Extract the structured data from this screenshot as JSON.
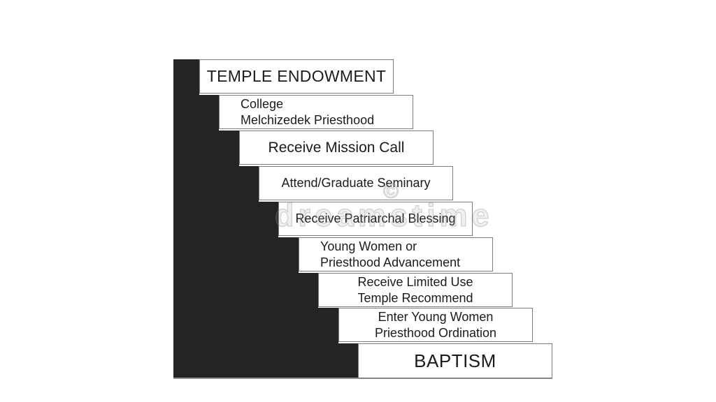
{
  "diagram": {
    "type": "staircase-steps",
    "steps_bottom_to_top": [
      "BAPTISM",
      "Enter Young Women / Priesthood Ordination",
      "Receive Limited Use / Temple Recommend",
      "Young Women or / Priesthood Advancement",
      "Receive Patriarchal Blessing",
      "Attend/Graduate Seminary",
      "Receive Mission Call",
      "College / Melchizedek Priesthood",
      "TEMPLE ENDOWMENT"
    ]
  },
  "steps": [
    {
      "lines": [
        "TEMPLE ENDOWMENT"
      ]
    },
    {
      "lines": [
        "College",
        "Melchizedek Priesthood"
      ]
    },
    {
      "lines": [
        "Receive Mission Call"
      ]
    },
    {
      "lines": [
        "Attend/Graduate Seminary"
      ]
    },
    {
      "lines": [
        "Receive Patriarchal Blessing"
      ]
    },
    {
      "lines": [
        "Young Women or",
        "Priesthood Advancement"
      ]
    },
    {
      "lines": [
        "Receive Limited Use",
        "Temple Recommend"
      ]
    },
    {
      "lines": [
        "Enter Young Women",
        "Priesthood Ordination"
      ]
    },
    {
      "lines": [
        "BAPTISM"
      ]
    }
  ],
  "watermark": {
    "text": "dreamstime",
    "symbol": "©"
  },
  "colors": {
    "background": "#ffffff",
    "staircase": "#242424",
    "box_border": "#7d7d7d",
    "text": "#1b1b1b",
    "baseline": "#8f8f8f"
  }
}
